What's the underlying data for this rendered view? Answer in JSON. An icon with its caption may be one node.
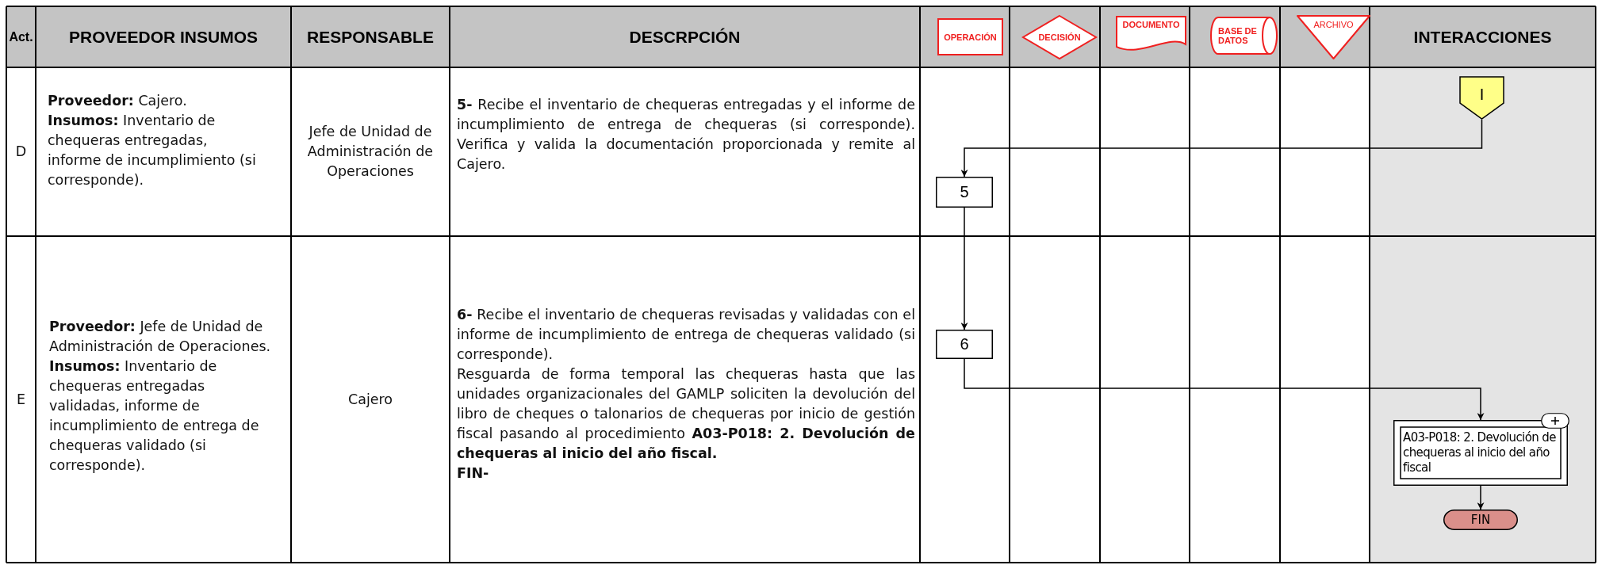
{
  "diagram": {
    "nodes": [
      {
        "text": [
          "OPERACIÓN"
        ]
      },
      {
        "text": [
          "DECISIÓN"
        ]
      },
      {
        "text": [
          "DOCUMENTO"
        ]
      },
      {
        "text": [
          "BASE DE DATOS"
        ]
      },
      {
        "text": [
          "ARCHIVO"
        ]
      },
      {
        "text": [
          "I"
        ]
      },
      {
        "text": [
          "5"
        ]
      },
      {
        "text": [
          "6"
        ]
      },
      {
        "text": [
          "A03-P018: 2. Devolución de chequeras al inicio del año fiscal"
        ]
      },
      {
        "text": [
          "FIN"
        ]
      }
    ],
    "edges": [
      {
        "from": 5,
        "to": 6,
        "arrow": "to"
      },
      {
        "from": 6,
        "to": 7,
        "arrow": "to"
      },
      {
        "from": 7,
        "to": 8,
        "arrow": "to"
      },
      {
        "from": 8,
        "to": 9,
        "arrow": "to"
      }
    ],
    "labels": [
      "Act.",
      "PROVEEDOR INSUMOS",
      "RESPONSABLE",
      "DESCRPCIÓN",
      "INTERACCIONES",
      "D",
      "**Proveedor:** Cajero.",
      "**Insumos:** Inventario de chequeras entregadas, informe de incumplimiento (si corresponde).",
      "Jefe de Unidad de Administración de Operaciones",
      "**5-** Recibe el inventario de chequeras entregadas y el informe de incumplimiento de entrega de chequeras (si corresponde). Verifica y valida la documentación proporcionada y remite al Cajero.",
      "E",
      "**Proveedor:** Jefe de Unidad de Administración de Operaciones.",
      "**Insumos:** Inventario de chequeras entregadas validadas, informe de incumplimiento de entrega de chequeras validado (si corresponde).",
      "Cajero",
      "**6-** Recibe el inventario de chequeras revisadas y validadas con el informe de incumplimiento de entrega de chequeras validado (si corresponde).",
      "Resguarda de forma temporal las chequeras hasta que las unidades organizacionales del GAMLP soliciten la devolución del libro de cheques o talonarios de chequeras por inicio de gestión fiscal pasando al procedimiento **A03-P018: 2. Devolución de chequeras al inicio del año fiscal.**",
      "**FIN-**"
    ]
  }
}
